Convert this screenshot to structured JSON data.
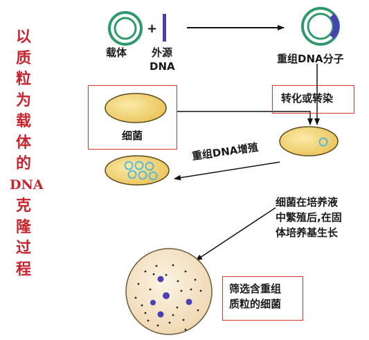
{
  "side_title": [
    "以",
    "质",
    "粒",
    "为",
    "载",
    "体",
    "的",
    "DNA",
    "克",
    "隆",
    "过",
    "程"
  ],
  "labels": {
    "vector": "载体",
    "foreign_dna_line1": "外源",
    "foreign_dna_line2": "DNA",
    "recombinant": "重组DNA分子",
    "transform": "转化或转染",
    "bacteria": "细菌",
    "replication": "重组DNA增殖",
    "culture_lines": [
      "细菌在培养液",
      "中繁殖后,在固",
      "体培养基生长"
    ],
    "screen_lines": [
      "筛选含重组",
      "质粒的细菌"
    ]
  },
  "colors": {
    "title_red": "#c8242e",
    "box_red": "#d9342c",
    "ring_green": "#2e9a6c",
    "insert_blue": "#4a3fb5",
    "bacteria_yellow": "#f2d67a",
    "plasmid_cyan": "#5ab8d8",
    "plate_fill": "#f4e4c8"
  }
}
